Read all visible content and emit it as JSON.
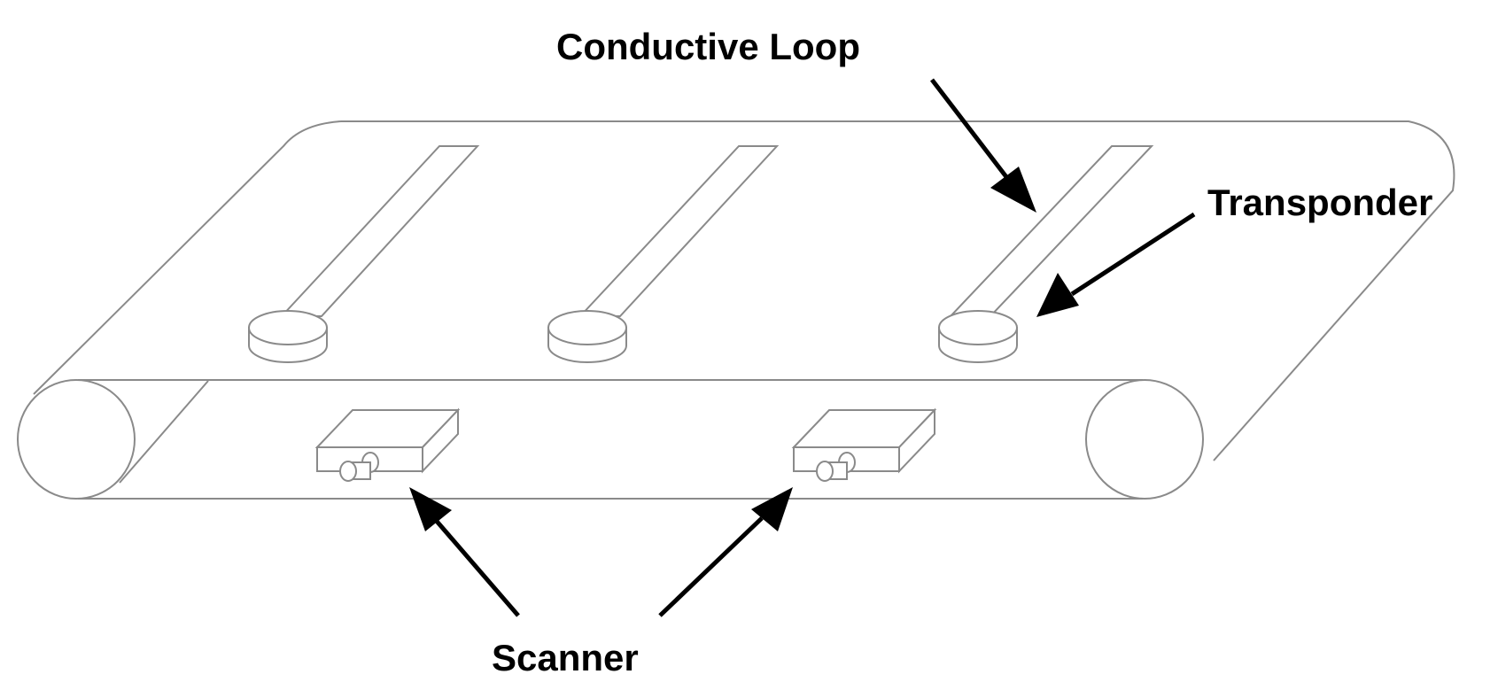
{
  "labels": {
    "conductive_loop": "Conductive Loop",
    "transponder": "Transponder",
    "scanner": "Scanner"
  },
  "colors": {
    "line": "#8a8a8a",
    "arrow": "#000000",
    "background": "#ffffff"
  }
}
